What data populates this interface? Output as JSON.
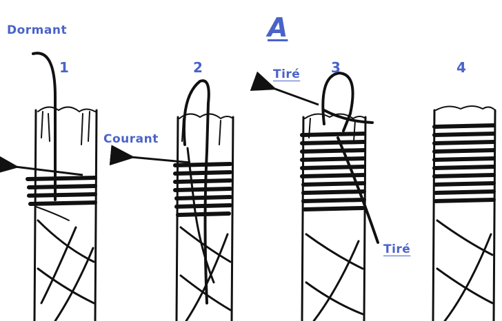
{
  "title": "A",
  "steps": [
    "1",
    "2",
    "3",
    "4"
  ],
  "labels": {
    "dormant": "Dormant",
    "courant": "Courant",
    "tire_top": "Tiré",
    "tire_bottom": "Tiré"
  },
  "colors": {
    "label": "#4a63c8",
    "ink": "#111111"
  }
}
